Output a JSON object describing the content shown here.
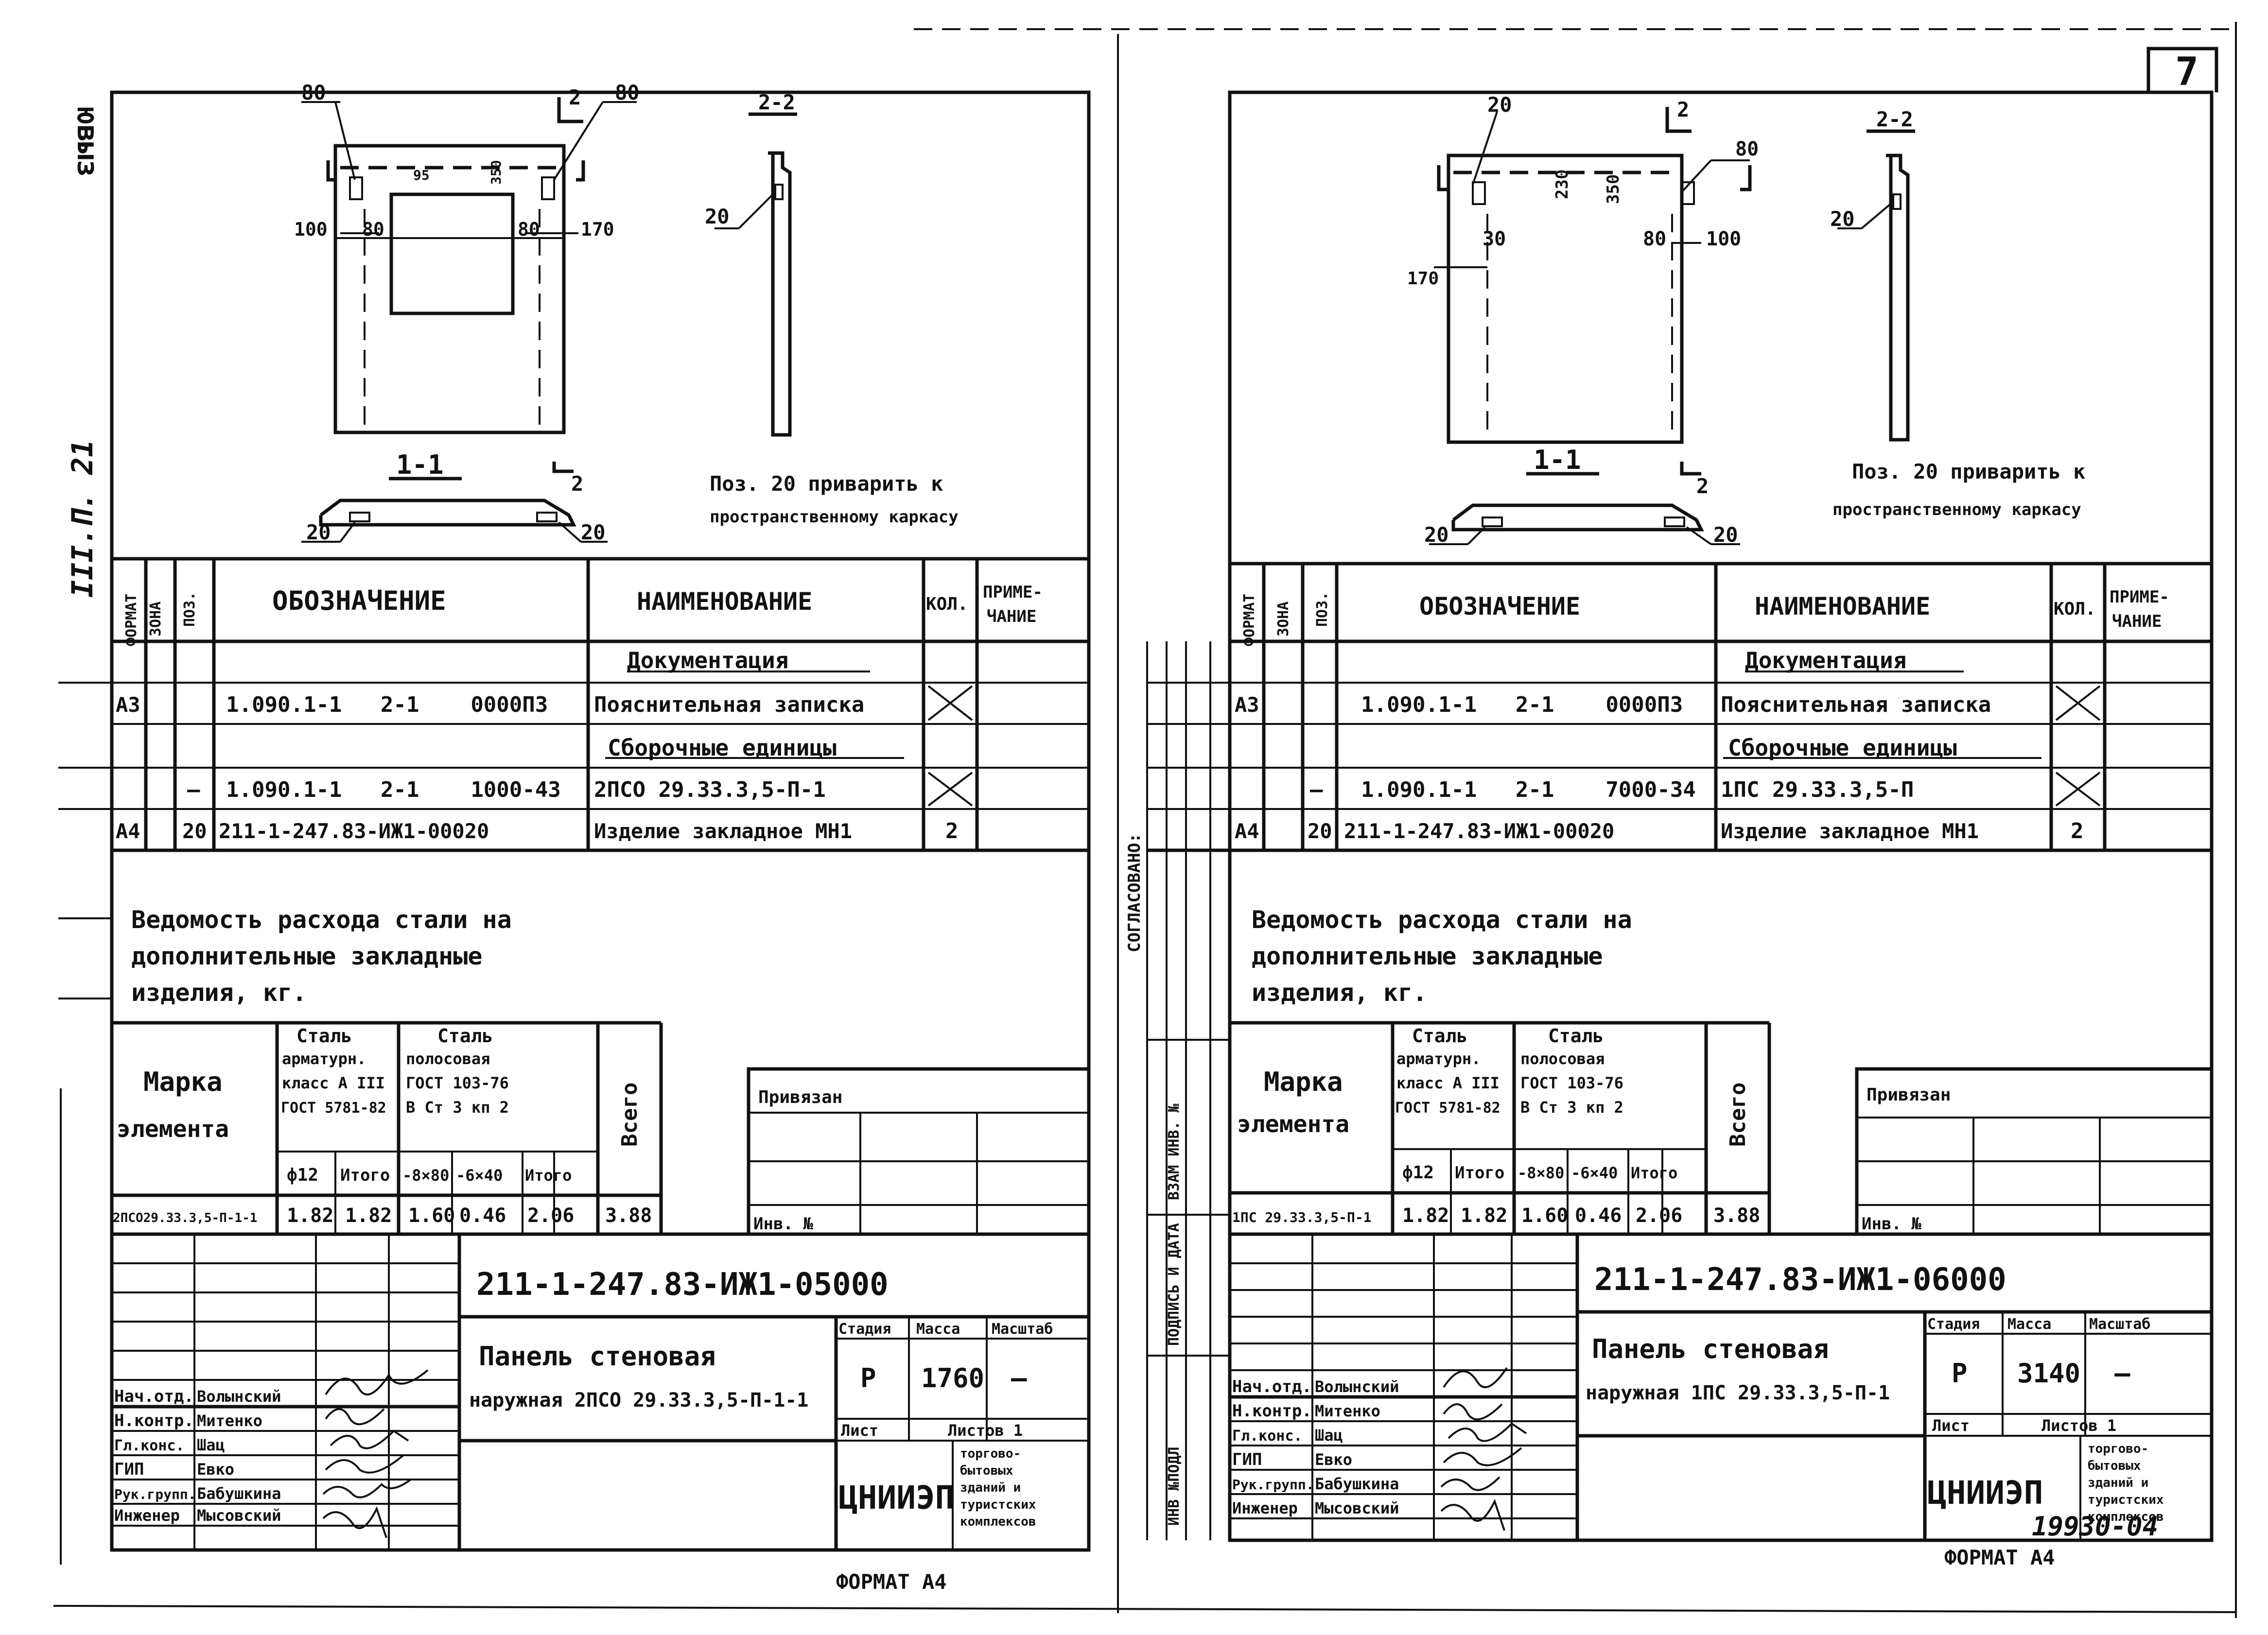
{
  "sheet_number": "7",
  "left_margin": {
    "top_mark": "ювыз",
    "series": "III.П. 21"
  },
  "stamp_under_right": "19930-04",
  "vertical_labels": [
    "ФОРМАТ",
    "ЗОНА",
    "ПОЗ."
  ],
  "left": {
    "drawing": {
      "dims_top": [
        "80",
        "2",
        "80",
        "2-2"
      ],
      "dims_side": [
        "100",
        "80",
        "80",
        "170"
      ],
      "dims_inner": [
        "95",
        "350"
      ],
      "section_1_1": "1-1",
      "section_2": "2",
      "labels_20": [
        "20",
        "20",
        "20"
      ],
      "note_line1": "Поз. 20 приварить к",
      "note_line2": "пространственному каркасу"
    },
    "spec_header": {
      "designation": "ОБОЗНАЧЕНИЕ",
      "name": "НАИМЕНОВАНИЕ",
      "qty": "КОЛ.",
      "note1": "ПРИМЕ-",
      "note2": "ЧАНИЕ"
    },
    "spec_rows": [
      {
        "format": "",
        "zone": "",
        "pos": "",
        "designation": "",
        "name": "Документация",
        "qty": "",
        "note": ""
      },
      {
        "format": "А3",
        "zone": "",
        "pos": "",
        "designation": "1.090.1-1   2-1    0000ПЗ",
        "name": "Пояснительная записка",
        "qty": "",
        "note": ""
      },
      {
        "format": "",
        "zone": "",
        "pos": "",
        "designation": "",
        "name": "Сборочные единицы",
        "qty": "",
        "note": ""
      },
      {
        "format": "",
        "zone": "",
        "pos": "—",
        "designation": "1.090.1-1   2-1    1000-43",
        "name": "2ПСО 29.33.3,5-П-1",
        "qty": "",
        "note": ""
      },
      {
        "format": "А4",
        "zone": "",
        "pos": "20",
        "designation": "211-1-247.83-ИЖ1-00020",
        "name": "Изделие закладное МН1",
        "qty": "2",
        "note": ""
      }
    ],
    "steel_title": [
      "Ведомость расхода стали на",
      "дополнительные закладные",
      "изделия, кг."
    ],
    "steel_table": {
      "mark_header": [
        "Марка",
        "элемента"
      ],
      "group1": [
        "Сталь",
        "арматурн.",
        "класс А III",
        "ГОСТ 5781-82"
      ],
      "group2": [
        "Сталь",
        "полосовая",
        "ГОСТ 103-76",
        "В Ст 3 кп 2"
      ],
      "total": "Всего",
      "sub": [
        "ф12",
        "Итого",
        "-8×80",
        "-6×40",
        "Итого"
      ],
      "row": [
        "2ПСО29.33.3,5-П-1-1",
        "1.82",
        "1.82",
        "1.60",
        "0.46",
        "2.06",
        "3.88"
      ]
    },
    "privyazan": "Привязан",
    "inv": "Инв. №",
    "code": "211-1-247.83-ИЖ1-05000",
    "title_line1": "Панель стеновая",
    "title_line2": "наружная 2ПСО 29.33.3,5-П-1-1",
    "stage_h": "Стадия",
    "mass_h": "Масса",
    "scale_h": "Масштаб",
    "stage": "Р",
    "mass": "1760",
    "scale": "—",
    "sheet_h": "Лист",
    "sheets_h": "Листов 1",
    "org": "ЦНИИЭП",
    "org_note": [
      "торгово-",
      "бытовых",
      "зданий и",
      "туристских",
      "комплексов"
    ],
    "roles": [
      {
        "role": "Нач.отд.",
        "name": "Волынский"
      },
      {
        "role": "Н.контр.",
        "name": "Митенко"
      },
      {
        "role": "Гл.конс.",
        "name": "Шац"
      },
      {
        "role": "ГИП",
        "name": "Евко"
      },
      {
        "role": "Рук.групп.",
        "name": "Бабушкина"
      },
      {
        "role": "Инженер",
        "name": "Мысовский"
      }
    ],
    "format": "ФОРМАТ А4"
  },
  "right": {
    "drawing": {
      "dims_top": [
        "20",
        "2",
        "2-2"
      ],
      "dims_side": [
        "80",
        "30",
        "80",
        "100",
        "170"
      ],
      "dims_inner": [
        "230",
        "350"
      ],
      "section_1_1": "1-1",
      "section_2": "2",
      "labels_20": [
        "20",
        "20",
        "20"
      ],
      "note_line1": "Поз. 20 приварить к",
      "note_line2": "пространственному каркасу"
    },
    "side_labels": [
      "СОГЛАСОВАНО:",
      "ВЗАМ ИНВ. №",
      "ПОДПИСЬ И ДАТА",
      "ИНВ №ПОДЛ"
    ],
    "spec_header": {
      "designation": "ОБОЗНАЧЕНИЕ",
      "name": "НАИМЕНОВАНИЕ",
      "qty": "КОЛ.",
      "note1": "ПРИМЕ-",
      "note2": "ЧАНИЕ"
    },
    "spec_rows": [
      {
        "format": "",
        "zone": "",
        "pos": "",
        "designation": "",
        "name": "Документация",
        "qty": "",
        "note": ""
      },
      {
        "format": "А3",
        "zone": "",
        "pos": "",
        "designation": "1.090.1-1   2-1    0000ПЗ",
        "name": "Пояснительная записка",
        "qty": "",
        "note": ""
      },
      {
        "format": "",
        "zone": "",
        "pos": "",
        "designation": "",
        "name": "Сборочные единицы",
        "qty": "",
        "note": ""
      },
      {
        "format": "",
        "zone": "",
        "pos": "—",
        "designation": "1.090.1-1   2-1    7000-34",
        "name": "1ПС 29.33.3,5-П",
        "qty": "",
        "note": ""
      },
      {
        "format": "А4",
        "zone": "",
        "pos": "20",
        "designation": "211-1-247.83-ИЖ1-00020",
        "name": "Изделие закладное МН1",
        "qty": "2",
        "note": ""
      }
    ],
    "steel_title": [
      "Ведомость расхода стали на",
      "дополнительные закладные",
      "изделия, кг."
    ],
    "steel_table": {
      "mark_header": [
        "Марка",
        "элемента"
      ],
      "group1": [
        "Сталь",
        "арматурн.",
        "класс А III",
        "ГОСТ 5781-82"
      ],
      "group2": [
        "Сталь",
        "полосовая",
        "ГОСТ 103-76",
        "В Ст 3 кп 2"
      ],
      "total": "Всего",
      "sub": [
        "ф12",
        "Итого",
        "-8×80",
        "-6×40",
        "Итого"
      ],
      "row": [
        "1ПС 29.33.3,5-П-1",
        "1.82",
        "1.82",
        "1.60",
        "0.46",
        "2.06",
        "3.88"
      ]
    },
    "privyazan": "Привязан",
    "inv": "Инв. №",
    "code": "211-1-247.83-ИЖ1-06000",
    "title_line1": "Панель стеновая",
    "title_line2": "наружная 1ПС 29.33.3,5-П-1",
    "stage_h": "Стадия",
    "mass_h": "Масса",
    "scale_h": "Масштаб",
    "stage": "Р",
    "mass": "3140",
    "scale": "—",
    "sheet_h": "Лист",
    "sheets_h": "Листов 1",
    "org": "ЦНИИЭП",
    "org_note": [
      "торгово-",
      "бытовых",
      "зданий и",
      "туристских",
      "комплексов"
    ],
    "roles": [
      {
        "role": "Нач.отд.",
        "name": "Волынский"
      },
      {
        "role": "Н.контр.",
        "name": "Митенко"
      },
      {
        "role": "Гл.конс.",
        "name": "Шац"
      },
      {
        "role": "ГИП",
        "name": "Евко"
      },
      {
        "role": "Рук.групп.",
        "name": "Бабушкина"
      },
      {
        "role": "Инженер",
        "name": "Мысовский"
      }
    ],
    "format": "ФОРМАТ А4"
  }
}
